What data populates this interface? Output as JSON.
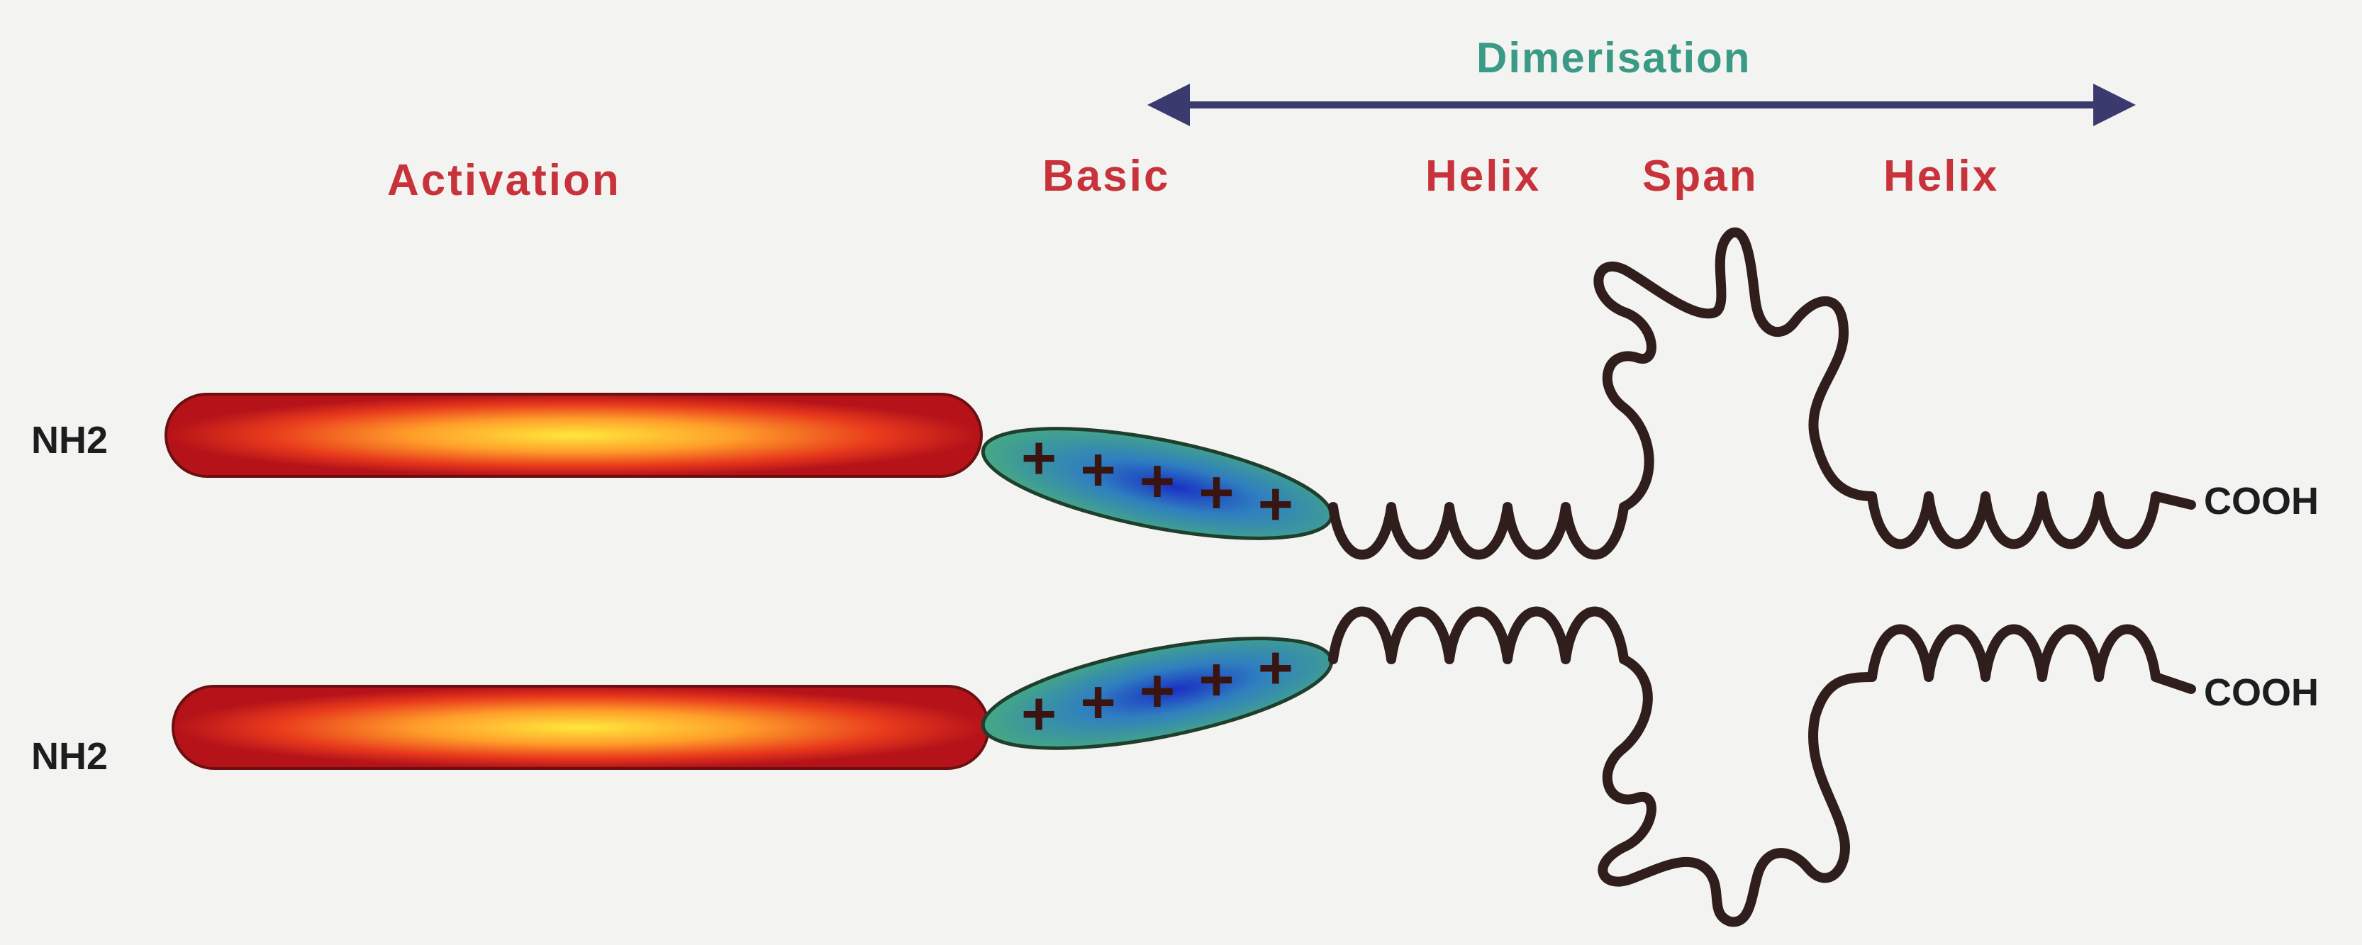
{
  "labels": {
    "dimerisation": "Dimerisation",
    "activation": "Activation",
    "basic": "Basic",
    "helix_left": "Helix",
    "span": "Span",
    "helix_right": "Helix",
    "nh2_top": "NH2",
    "nh2_bottom": "NH2",
    "cooh_top": "COOH",
    "cooh_bottom": "COOH"
  },
  "icons": {
    "arrow": "double-headed-arrow",
    "activation_domain": "red-yellow-gradient-capsule",
    "basic_domain": "blue-green-ellipse-with-plus-signs",
    "helix": "coil",
    "span": "wavy-loop"
  },
  "colors": {
    "background": "#f3f3f1",
    "label_red": "#c8323a",
    "label_teal": "#3a9a86",
    "arrow": "#3b3a6e",
    "backbone": "#2f1e1c",
    "capsule_outer": "#c41818",
    "capsule_inner": "#ffe23a",
    "basic_outer": "#3fa080",
    "basic_inner": "#1c3fbf"
  },
  "basic_charge_sign": "+",
  "plus_count": 5
}
